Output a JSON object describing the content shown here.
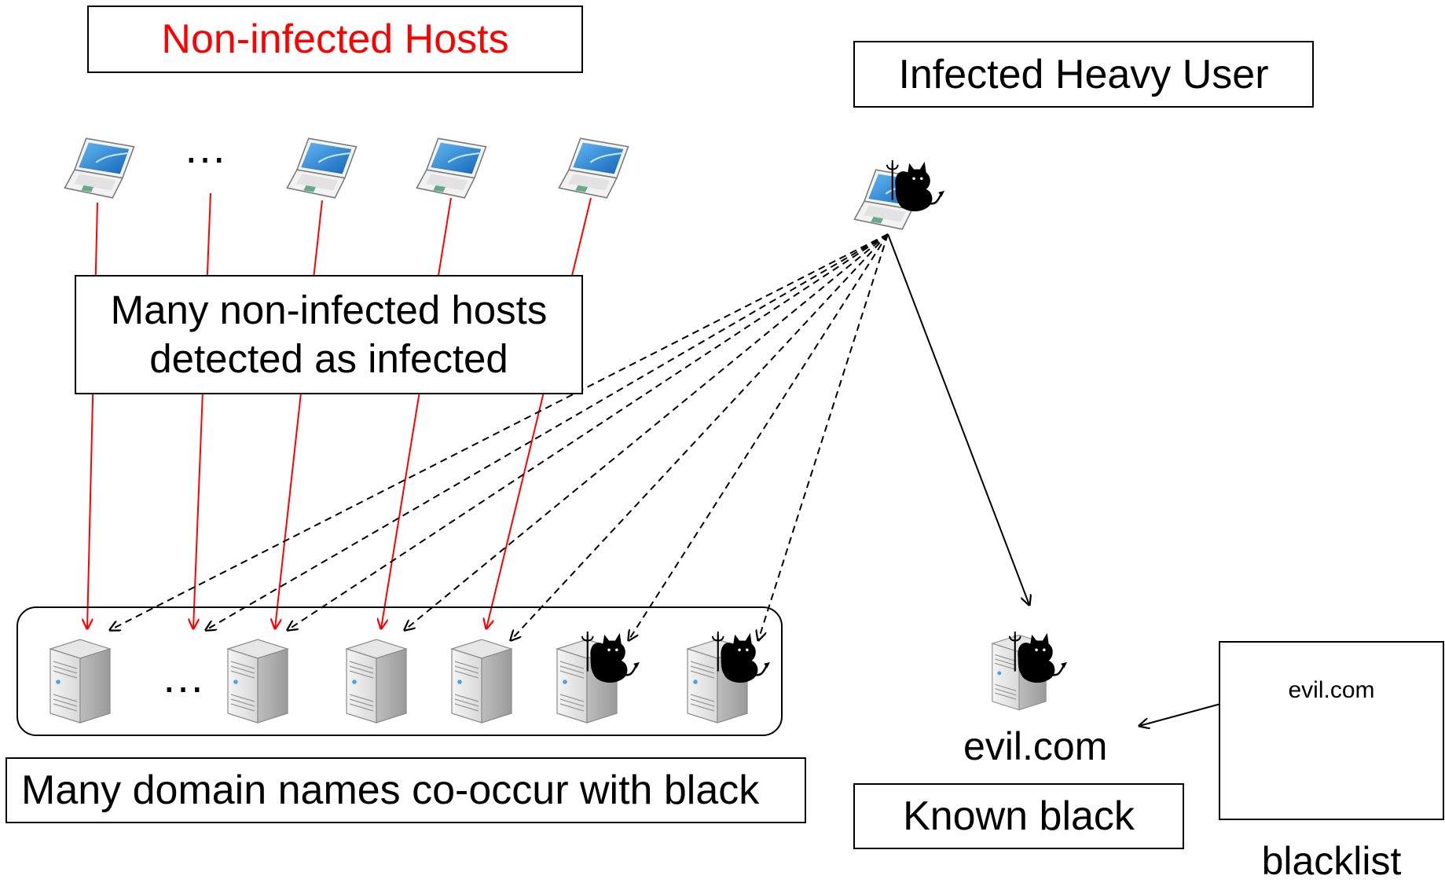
{
  "labels": {
    "non_infected_hosts": "Non-infected Hosts",
    "infected_heavy_user": "Infected Heavy User",
    "false_positive_note_line1": "Many non-infected hosts",
    "false_positive_note_line2": "detected as infected",
    "co_occur_note": "Many domain names co-occur with black",
    "known_black": "Known black",
    "evil_domain": "evil.com",
    "blacklist_entry": "evil.com",
    "blacklist_caption": "blacklist",
    "host_ellipsis": "…",
    "server_ellipsis": "…"
  },
  "icons": {
    "host": "laptop-icon",
    "infected_host": "infected-laptop-icon",
    "server": "server-icon",
    "malicious_server": "malicious-server-icon",
    "devil": "devil-cat-icon"
  },
  "colors": {
    "false_positive_edge": "#ff0000",
    "black_edge": "#000000",
    "title_text": "#ff0000"
  }
}
